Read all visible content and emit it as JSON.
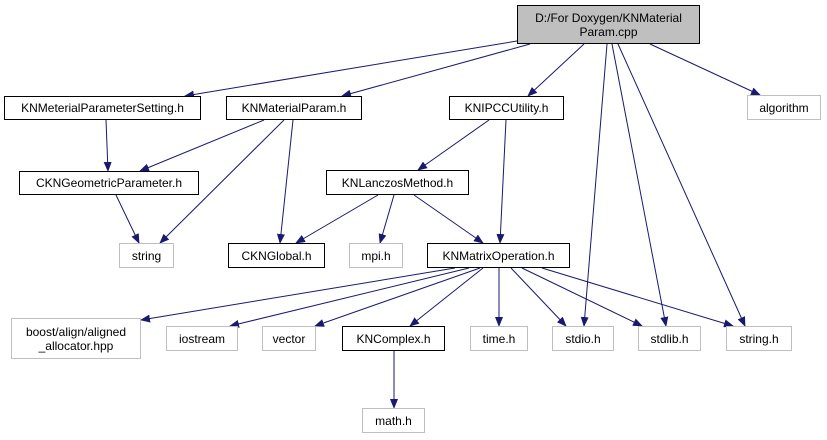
{
  "diagram": {
    "type": "include-dependency-graph",
    "colors": {
      "edge": "#191970",
      "root_fill": "#bfbfbf",
      "node_border": "#000000",
      "external_border": "#bfbfbf",
      "background": "#ffffff"
    },
    "nodes": [
      {
        "id": "root",
        "label": "D:/For Doxygen/KNMaterial\nParam.cpp",
        "kind": "root"
      },
      {
        "id": "meterial_setting",
        "label": "KNMeterialParameterSetting.h",
        "kind": "internal"
      },
      {
        "id": "material_param",
        "label": "KNMaterialParam.h",
        "kind": "internal"
      },
      {
        "id": "ipcc_utility",
        "label": "KNIPCCUtility.h",
        "kind": "internal"
      },
      {
        "id": "algorithm",
        "label": "algorithm",
        "kind": "external"
      },
      {
        "id": "geometric_param",
        "label": "CKNGeometricParameter.h",
        "kind": "internal"
      },
      {
        "id": "lanczos",
        "label": "KNLanczosMethod.h",
        "kind": "internal"
      },
      {
        "id": "string",
        "label": "string",
        "kind": "external"
      },
      {
        "id": "global",
        "label": "CKNGlobal.h",
        "kind": "internal"
      },
      {
        "id": "mpi",
        "label": "mpi.h",
        "kind": "external"
      },
      {
        "id": "matrix_op",
        "label": "KNMatrixOperation.h",
        "kind": "internal"
      },
      {
        "id": "boost",
        "label": "boost/align/aligned\n_allocator.hpp",
        "kind": "external"
      },
      {
        "id": "iostream",
        "label": "iostream",
        "kind": "external"
      },
      {
        "id": "vector",
        "label": "vector",
        "kind": "external"
      },
      {
        "id": "complex",
        "label": "KNComplex.h",
        "kind": "internal"
      },
      {
        "id": "time",
        "label": "time.h",
        "kind": "external"
      },
      {
        "id": "stdio",
        "label": "stdio.h",
        "kind": "external"
      },
      {
        "id": "stdlib",
        "label": "stdlib.h",
        "kind": "external"
      },
      {
        "id": "string_h",
        "label": "string.h",
        "kind": "external"
      },
      {
        "id": "math",
        "label": "math.h",
        "kind": "external"
      }
    ],
    "edges": [
      [
        "root",
        "meterial_setting"
      ],
      [
        "root",
        "material_param"
      ],
      [
        "root",
        "ipcc_utility"
      ],
      [
        "root",
        "stdio"
      ],
      [
        "root",
        "stdlib"
      ],
      [
        "root",
        "string_h"
      ],
      [
        "root",
        "algorithm"
      ],
      [
        "meterial_setting",
        "geometric_param"
      ],
      [
        "material_param",
        "geometric_param"
      ],
      [
        "material_param",
        "string"
      ],
      [
        "material_param",
        "global"
      ],
      [
        "geometric_param",
        "string"
      ],
      [
        "ipcc_utility",
        "lanczos"
      ],
      [
        "ipcc_utility",
        "matrix_op"
      ],
      [
        "lanczos",
        "global"
      ],
      [
        "lanczos",
        "mpi"
      ],
      [
        "lanczos",
        "matrix_op"
      ],
      [
        "matrix_op",
        "boost"
      ],
      [
        "matrix_op",
        "iostream"
      ],
      [
        "matrix_op",
        "vector"
      ],
      [
        "matrix_op",
        "complex"
      ],
      [
        "matrix_op",
        "time"
      ],
      [
        "matrix_op",
        "stdio"
      ],
      [
        "matrix_op",
        "stdlib"
      ],
      [
        "matrix_op",
        "string_h"
      ],
      [
        "complex",
        "math"
      ]
    ]
  }
}
